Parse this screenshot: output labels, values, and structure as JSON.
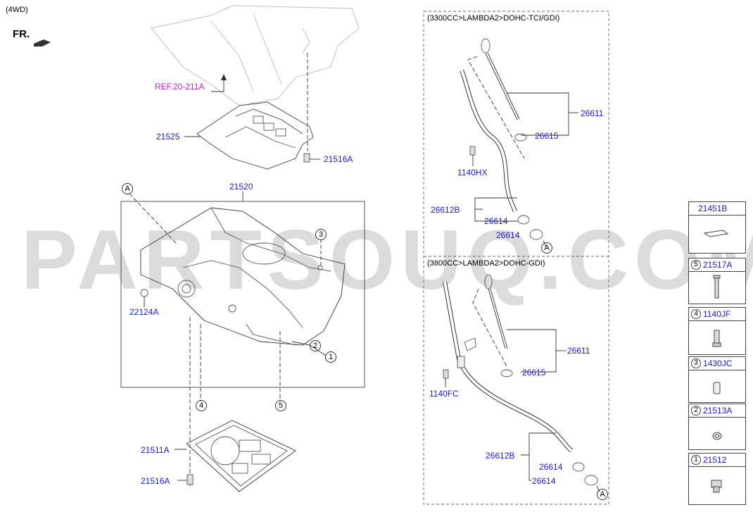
{
  "header": {
    "variant": "(4WD)",
    "fr_label": "FR."
  },
  "ref_label": "REF.20-211A",
  "left_parts": {
    "p21525": "21525",
    "p21516A_top": "21516A",
    "p21520": "21520",
    "p22124A": "22124A",
    "p21511A": "21511A",
    "p21516A_bot": "21516A"
  },
  "callouts": {
    "A": "A",
    "c1": "1",
    "c2": "2",
    "c3": "3",
    "c4": "4",
    "c5": "5"
  },
  "section_top": {
    "title": "(3300CC>LAMBDA2>DOHC-TCI/GDI)",
    "p26611": "26611",
    "p26615": "26615",
    "p1140HX": "1140HX",
    "p26612B": "26612B",
    "p26614a": "26614",
    "p26614b": "26614",
    "A": "A"
  },
  "section_bottom": {
    "title": "(3800CC>LAMBDA2>DOHC-GDI)",
    "p26611": "26611",
    "p26615": "26615",
    "p1140FC": "1140FC",
    "p26612B": "26612B",
    "p26614a": "26614",
    "p26614b": "26614",
    "A": "A"
  },
  "right_panel": {
    "top_code": "21451B",
    "items": [
      {
        "num": "5",
        "code": "21517A"
      },
      {
        "num": "4",
        "code": "1140JF"
      },
      {
        "num": "3",
        "code": "1430JC"
      },
      {
        "num": "2",
        "code": "21513A"
      },
      {
        "num": "1",
        "code": "21512"
      }
    ]
  },
  "watermark": "PARTSOUQ.COM",
  "colors": {
    "part_code": "#1a1ad0",
    "reference": "#d11bd1",
    "line": "#333333"
  }
}
